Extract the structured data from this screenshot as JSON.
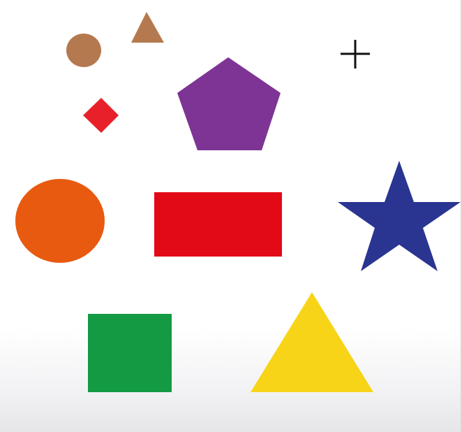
{
  "scene": {
    "background": "#ffffff",
    "shapes": [
      {
        "name": "small-brown-circle",
        "kind": "circle",
        "color": "#b5794f"
      },
      {
        "name": "small-brown-triangle",
        "kind": "triangle",
        "color": "#b5794f"
      },
      {
        "name": "crosshair",
        "kind": "plus",
        "color": "#111111"
      },
      {
        "name": "small-red-diamond",
        "kind": "diamond",
        "color": "#e8202a"
      },
      {
        "name": "purple-pentagon",
        "kind": "pentagon",
        "color": "#7e3494"
      },
      {
        "name": "orange-circle",
        "kind": "circle",
        "color": "#e85a10"
      },
      {
        "name": "red-rectangle",
        "kind": "rectangle",
        "color": "#e20a16"
      },
      {
        "name": "blue-star",
        "kind": "star",
        "color": "#2a3591"
      },
      {
        "name": "green-square",
        "kind": "square",
        "color": "#139a43"
      },
      {
        "name": "yellow-triangle",
        "kind": "triangle",
        "color": "#f7d417"
      }
    ]
  }
}
